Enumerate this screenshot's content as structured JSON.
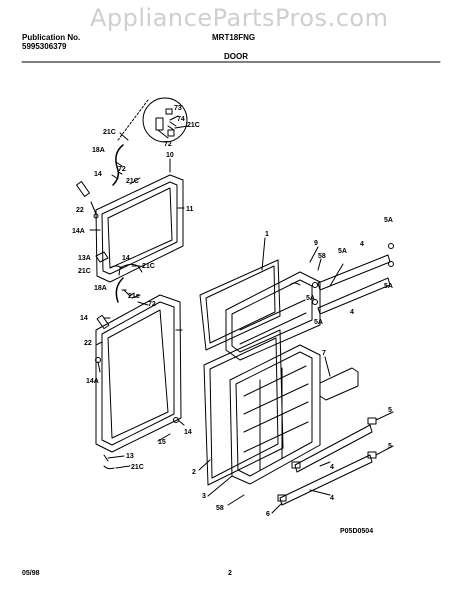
{
  "watermark": "AppliancePartsPros.com",
  "header": {
    "publication_label": "Publication No.",
    "publication_number": "5995306379",
    "model": "MRT18FNG",
    "section": "DOOR"
  },
  "footer": {
    "date": "05/98",
    "page": "2",
    "figure_code": "P05D0504"
  },
  "callouts": {
    "c73": "73",
    "c74": "74",
    "c72a": "72",
    "c21C_a": "21C",
    "c21C_b": "21C",
    "c10": "10",
    "c18A_a": "18A",
    "c72b": "72",
    "c14_a": "14",
    "c21C_c": "21C",
    "c22_a": "22",
    "c11": "11",
    "c14A_a": "14A",
    "c13A": "13A",
    "c14_b": "14",
    "c21C_d": "21C",
    "c21C_e": "21C",
    "c18A_b": "18A",
    "c21c": "21c",
    "c72c": "72",
    "c14_c": "14",
    "c22_b": "22",
    "c14A_b": "14A",
    "c15": "15",
    "c14_d": "14",
    "c13": "13",
    "c21C_f": "21C",
    "c1": "1",
    "c9": "9",
    "c58a": "58",
    "c5A_a": "5A",
    "c5A_b": "5A",
    "c4_a": "4",
    "c5A_c": "5A",
    "c5A_d": "5A",
    "c5A_e": "5A",
    "c4_b": "4",
    "c7": "7",
    "c5_a": "5",
    "c4_c": "4",
    "c5_b": "5",
    "c4_d": "4",
    "c2": "2",
    "c3": "3",
    "c58b": "58",
    "c6": "6"
  }
}
